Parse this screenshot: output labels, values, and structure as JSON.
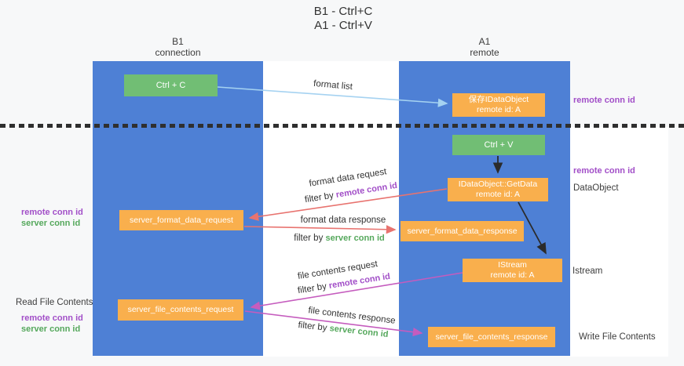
{
  "title": {
    "line1": "B1 - Ctrl+C",
    "line2": "A1 - Ctrl+V"
  },
  "left_column": {
    "header1": "B1",
    "header2": "connection"
  },
  "right_column": {
    "header1": "A1",
    "header2": "remote"
  },
  "boxes": {
    "ctrl_c": "Ctrl + C",
    "ctrl_v": "Ctrl + V",
    "save_idataobject": {
      "line1": "保存IDataObject",
      "line2": "remote id: A"
    },
    "getdata": {
      "line1": "IDataObject::GetData",
      "line2": "remote id: A"
    },
    "istream": {
      "line1": "IStream",
      "line2": "remote id: A"
    },
    "server_format_data_request": "server_format_data_request",
    "server_format_data_response": "server_format_data_response",
    "server_file_contents_request": "server_file_contents_request",
    "server_file_contents_response": "server_file_contents_response"
  },
  "flow_labels": {
    "format_list": "format list",
    "format_data_request": "format data request",
    "format_data_response": "format data response",
    "file_contents_request": "file contents request",
    "file_contents_response": "file contents response",
    "filter_by": "filter by",
    "remote_conn_id": "remote conn id",
    "server_conn_id": "server conn id"
  },
  "side_labels": {
    "remote_conn_id": "remote conn id",
    "server_conn_id": "server conn id",
    "data_object": "DataObject",
    "istream": "Istream",
    "read_file_contents": "Read File Contents",
    "write_file_contents": "Write File Contents"
  },
  "colors": {
    "column_blue": "#4E80D5",
    "box_orange": "#F9AF4D",
    "box_green": "#71BE74",
    "arrow_light_blue": "#A5D2F1",
    "arrow_salmon": "#E8736F",
    "arrow_magenta": "#C55CBE",
    "arrow_black": "#2b2b2b",
    "label_purple": "#A24FC8",
    "label_green": "#55A85C"
  }
}
